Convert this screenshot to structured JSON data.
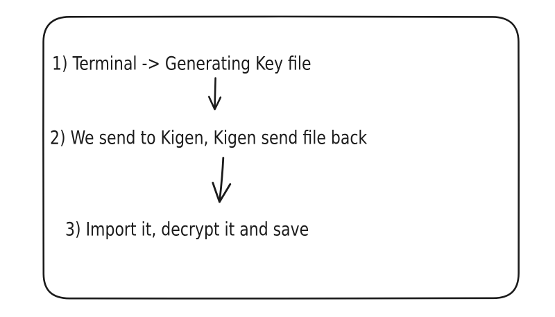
{
  "diagram": {
    "type": "flowchart",
    "background_color": "#ffffff",
    "stroke_color": "#1b1b1b",
    "frame_shape": "rounded-rectangle",
    "steps": [
      {
        "label": "1) Terminal -> Generating Key file"
      },
      {
        "label": "2) We send to Kigen, Kigen send file back"
      },
      {
        "label": "3) Import it, decrypt it and save"
      }
    ],
    "arrows": [
      {
        "icon": "down-arrow-icon",
        "direction": "down",
        "connects": "step 1 to step 2"
      },
      {
        "icon": "down-arrow-icon",
        "direction": "down",
        "connects": "step 2 to step 3"
      }
    ]
  }
}
